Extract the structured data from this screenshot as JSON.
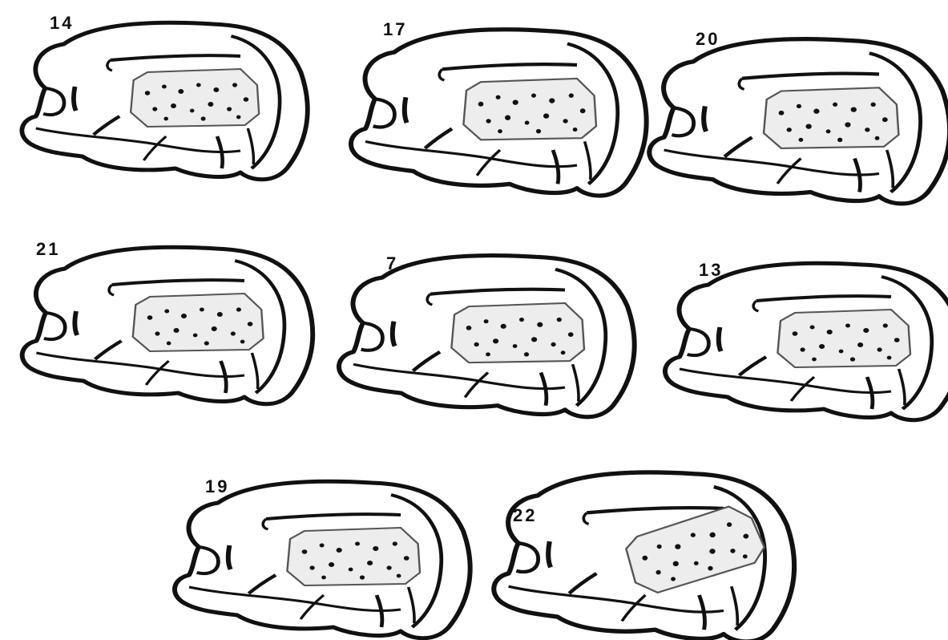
{
  "colors": {
    "ink": "#111111",
    "lesion_fill": "#ededed",
    "paper": "#ffffff"
  },
  "figure": {
    "panels": [
      {
        "label": "14"
      },
      {
        "label": "17"
      },
      {
        "label": "20"
      },
      {
        "label": "21"
      },
      {
        "label": "7"
      },
      {
        "label": "13"
      },
      {
        "label": "19"
      },
      {
        "label": "22"
      }
    ]
  }
}
